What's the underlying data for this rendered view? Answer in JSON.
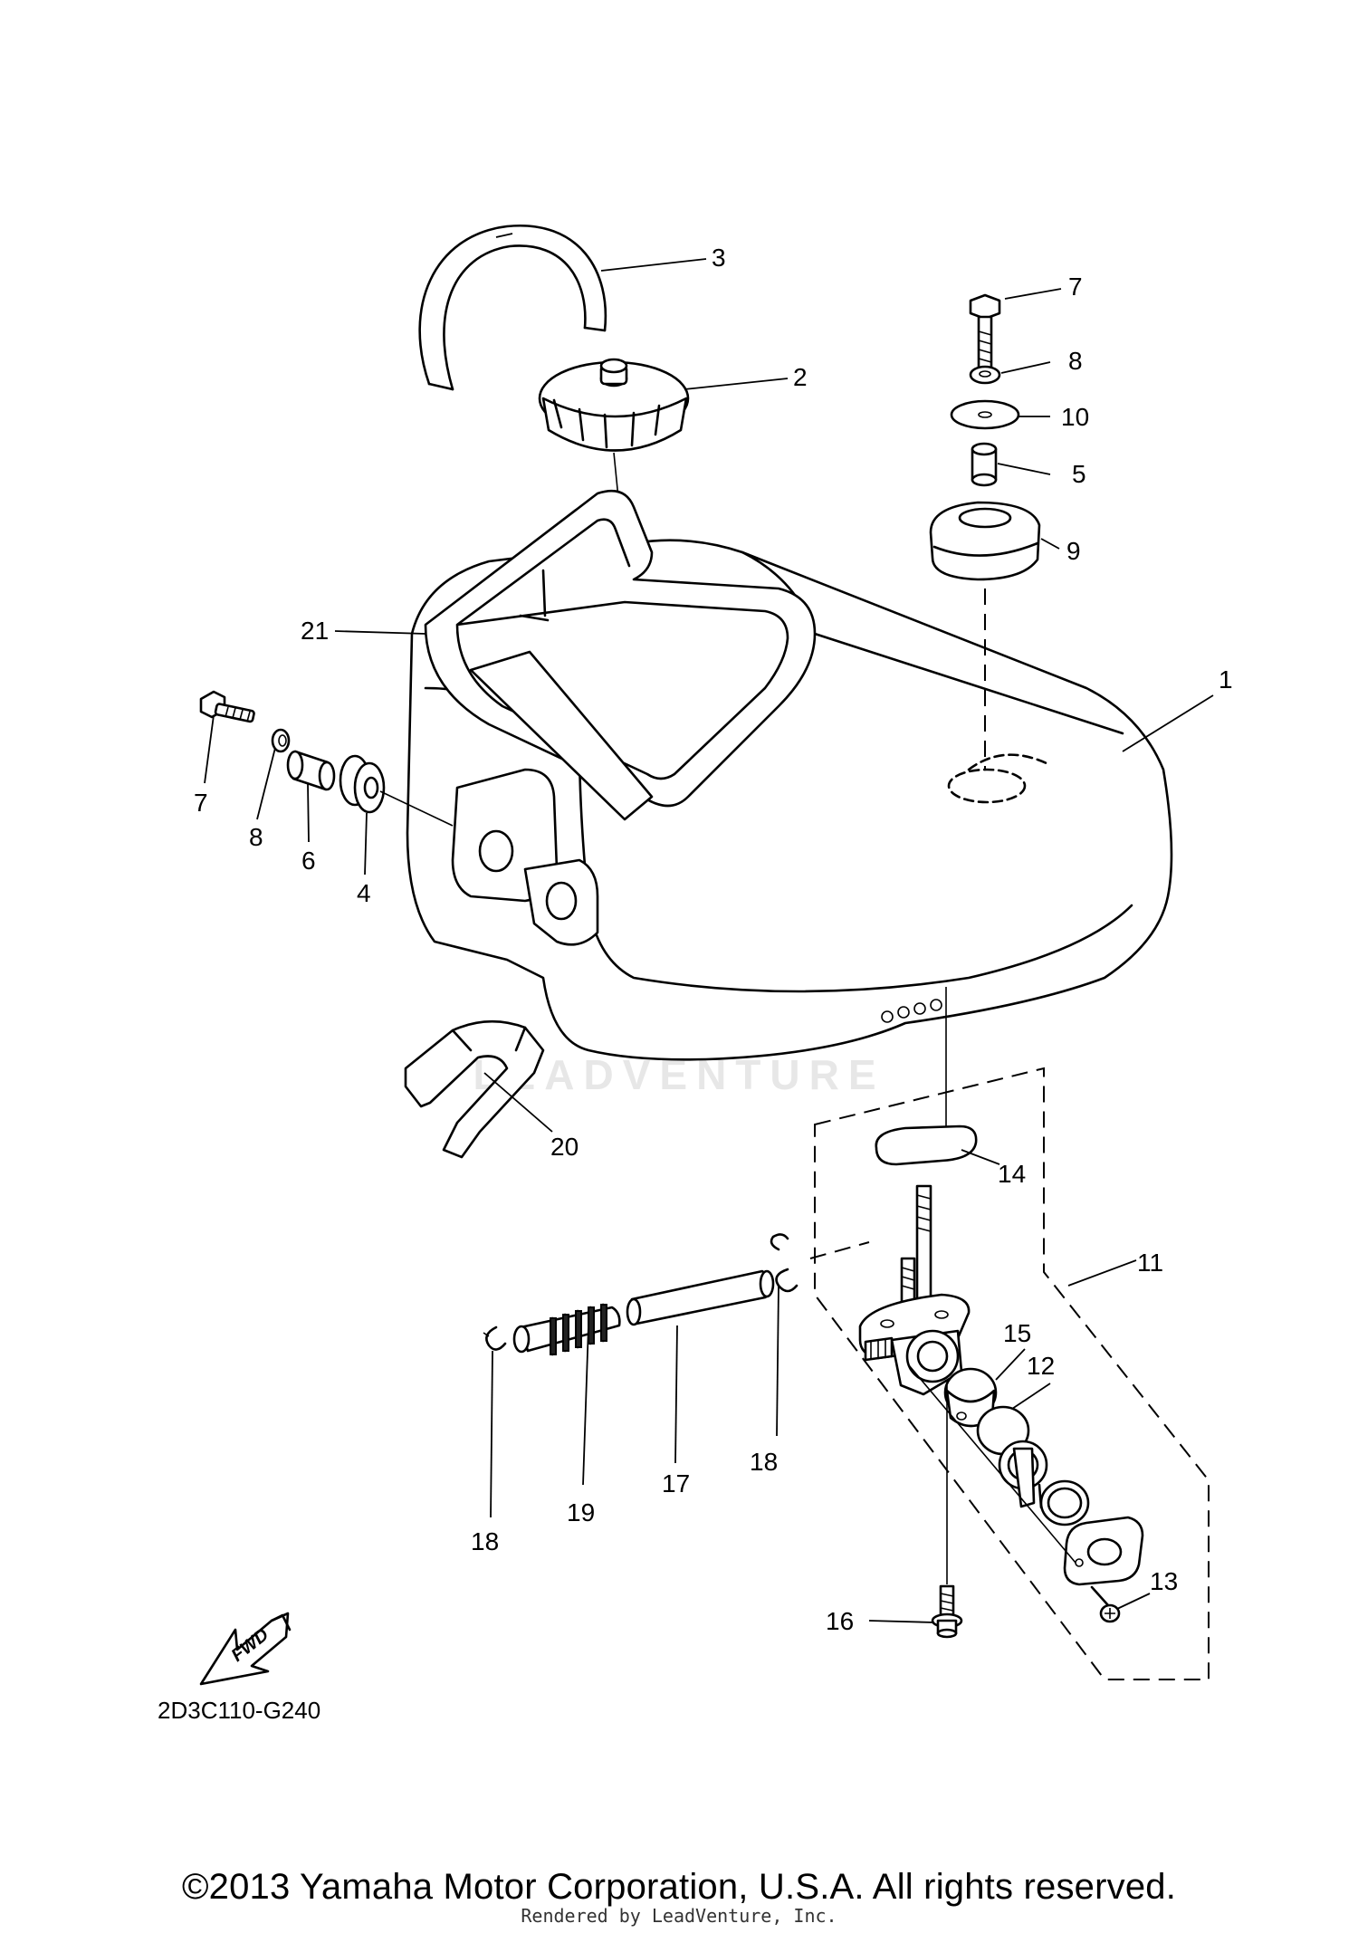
{
  "diagram": {
    "part_labels": {
      "p1": "1",
      "p2": "2",
      "p3": "3",
      "p4": "4",
      "p5": "5",
      "p6": "6",
      "p7a": "7",
      "p7b": "7",
      "p8a": "8",
      "p8b": "8",
      "p9": "9",
      "p10": "10",
      "p11": "11",
      "p12": "12",
      "p13": "13",
      "p14": "14",
      "p15": "15",
      "p16": "16",
      "p17": "17",
      "p18a": "18",
      "p18b": "18",
      "p19": "19",
      "p20": "20",
      "p21": "21"
    },
    "fwd_label": "FWD",
    "diagram_code": "2D3C110-G240"
  },
  "watermark": "LEADVENTURE",
  "footer": {
    "copyright": "©2013 Yamaha Motor Corporation, U.S.A. All rights reserved.",
    "rendered_by": "Rendered by LeadVenture, Inc."
  },
  "icons": [
    "fwd-arrow-icon",
    "leadventure-logo-icon"
  ]
}
